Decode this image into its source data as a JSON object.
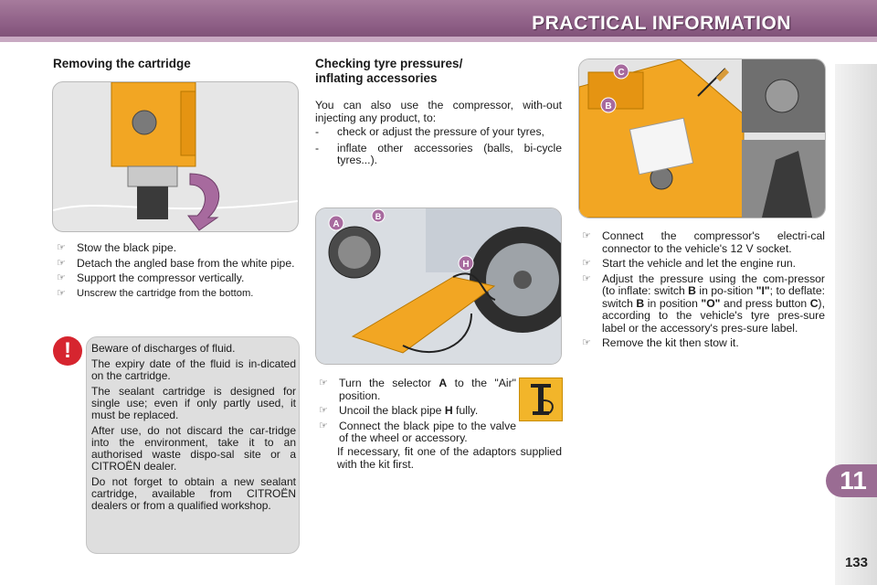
{
  "header": {
    "title": "PRACTICAL INFORMATION"
  },
  "chapter": {
    "number": "11"
  },
  "page": {
    "number": "133"
  },
  "left": {
    "title": "Removing the cartridge",
    "steps": [
      "Stow the black pipe.",
      "Detach the angled base from the white pipe.",
      "Support the compressor vertically.",
      "Unscrew the cartridge from the bottom."
    ],
    "warning": {
      "icon": "!",
      "paragraphs": [
        "Beware of discharges of fluid.",
        "The expiry date of the fluid is in-dicated on the cartridge.",
        "The sealant cartridge is designed for single use; even if only partly used, it must be replaced.",
        "After use, do not discard the car-tridge into the environment, take it to an authorised waste dispo-sal site or a CITROËN dealer.",
        "Do not forget to obtain a new sealant cartridge, available from CITROËN dealers or from a qualified workshop."
      ]
    }
  },
  "middle": {
    "title_line1": "Checking tyre pressures/",
    "title_line2": "inflating accessories",
    "intro": "You can also use the compressor, with-out injecting any product, to:",
    "uses": [
      "check or adjust the pressure of your tyres,",
      "inflate other accessories (balls, bi-cycle tyres...)."
    ],
    "image_labels": {
      "a": "A",
      "b": "B",
      "h": "H"
    },
    "steps": {
      "s1_before": "Turn the selector ",
      "s1_bold": "A",
      "s1_after": " to the \"Air\" position.",
      "s2_before": "Uncoil the black pipe ",
      "s2_bold": "H",
      "s2_after": " fully.",
      "s3": "Connect the black pipe to the valve of the wheel or accessory."
    },
    "note": "If necessary, fit one of the adaptors supplied with the kit first."
  },
  "right": {
    "image_labels": {
      "c": "C",
      "b": "B"
    },
    "steps": {
      "s1": "Connect the compressor's electri-cal connector to the vehicle's 12 V socket.",
      "s2": "Start the vehicle and let the engine run.",
      "s3_a": "Adjust the pressure using the com-pressor (to inflate: switch ",
      "s3_b1": "B",
      "s3_c": " in po-sition ",
      "s3_b2": "\"I\"",
      "s3_d": "; to deflate: switch ",
      "s3_b3": "B",
      "s3_e": " in position ",
      "s3_b4": "\"O\"",
      "s3_f": " and press button ",
      "s3_b5": "C",
      "s3_g": "), according to the vehicle's tyre pres-sure label or the accessory's pres-sure label.",
      "s4": "Remove the kit then stow it."
    },
    "bullet_glyph": "☞"
  },
  "colors": {
    "header": "#8e5f86",
    "accent_orange": "#f2a623",
    "warning_red": "#d6252f",
    "label_purple": "#9a6c93"
  }
}
